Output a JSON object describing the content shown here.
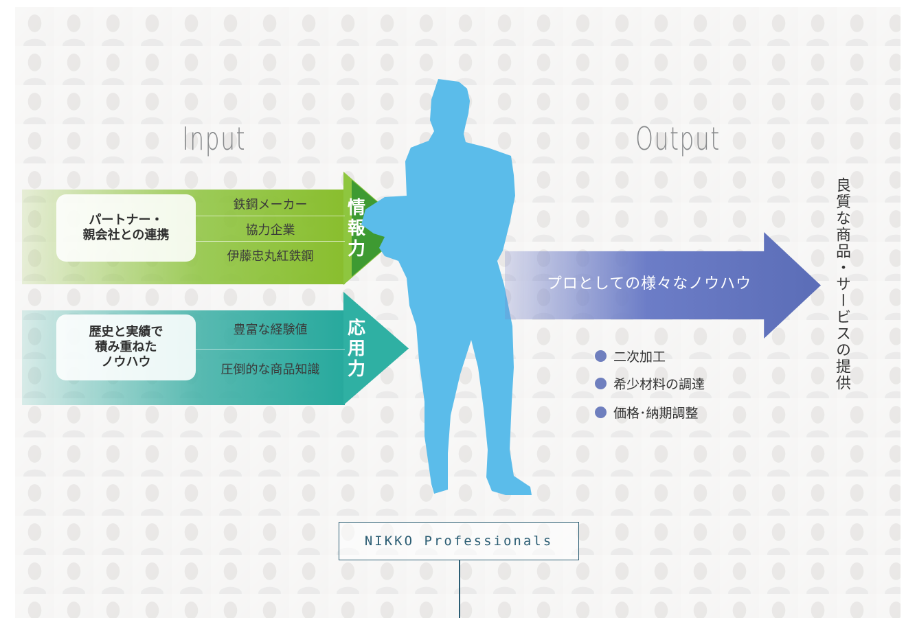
{
  "headings": {
    "input": "Input",
    "output": "Output"
  },
  "input_groups": [
    {
      "label": "パートナー・\n親会社との連携",
      "items": [
        "鉄鋼メーカー",
        "協力企業",
        "伊藤忠丸紅鉄鋼"
      ],
      "vertical_label": "情\n報\n力",
      "color": "#8ec63f"
    },
    {
      "label": "歴史と実績で\n積み重ねた\nノウハウ",
      "items": [
        "豊富な経験値",
        "圧倒的な商品知識"
      ],
      "vertical_label": "応\n用\n力",
      "color": "#2fb0a3"
    }
  ],
  "figure": {
    "silhouette": "person-silhouette",
    "color": "#5bbcea"
  },
  "output": {
    "arrow_label": "プロとしての様々なノウハウ",
    "arrow_color": "#5b6db7",
    "bullets": [
      "二次加工",
      "希少材料の調達",
      "価格･納期調整"
    ],
    "bullet_color": "#6f7fbe",
    "result": "良質な商品・サービスの提供"
  },
  "badge": {
    "label": "NIKKO Professionals",
    "color": "#2b5d73"
  }
}
